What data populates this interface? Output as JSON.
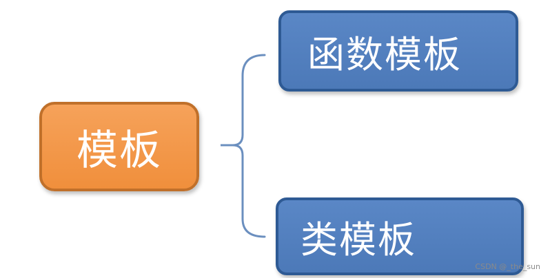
{
  "diagram": {
    "root": {
      "label": "模板"
    },
    "children": [
      {
        "label": "函数模板"
      },
      {
        "label": "类模板"
      }
    ],
    "colors": {
      "root_fill": "#f08f3c",
      "root_border": "#c0702a",
      "child_fill": "#4f7cbd",
      "child_border": "#2e5a94",
      "connector": "#6b8fbf",
      "text": "#ffffff"
    }
  },
  "watermark": {
    "text": "CSDN @_the_sun"
  }
}
